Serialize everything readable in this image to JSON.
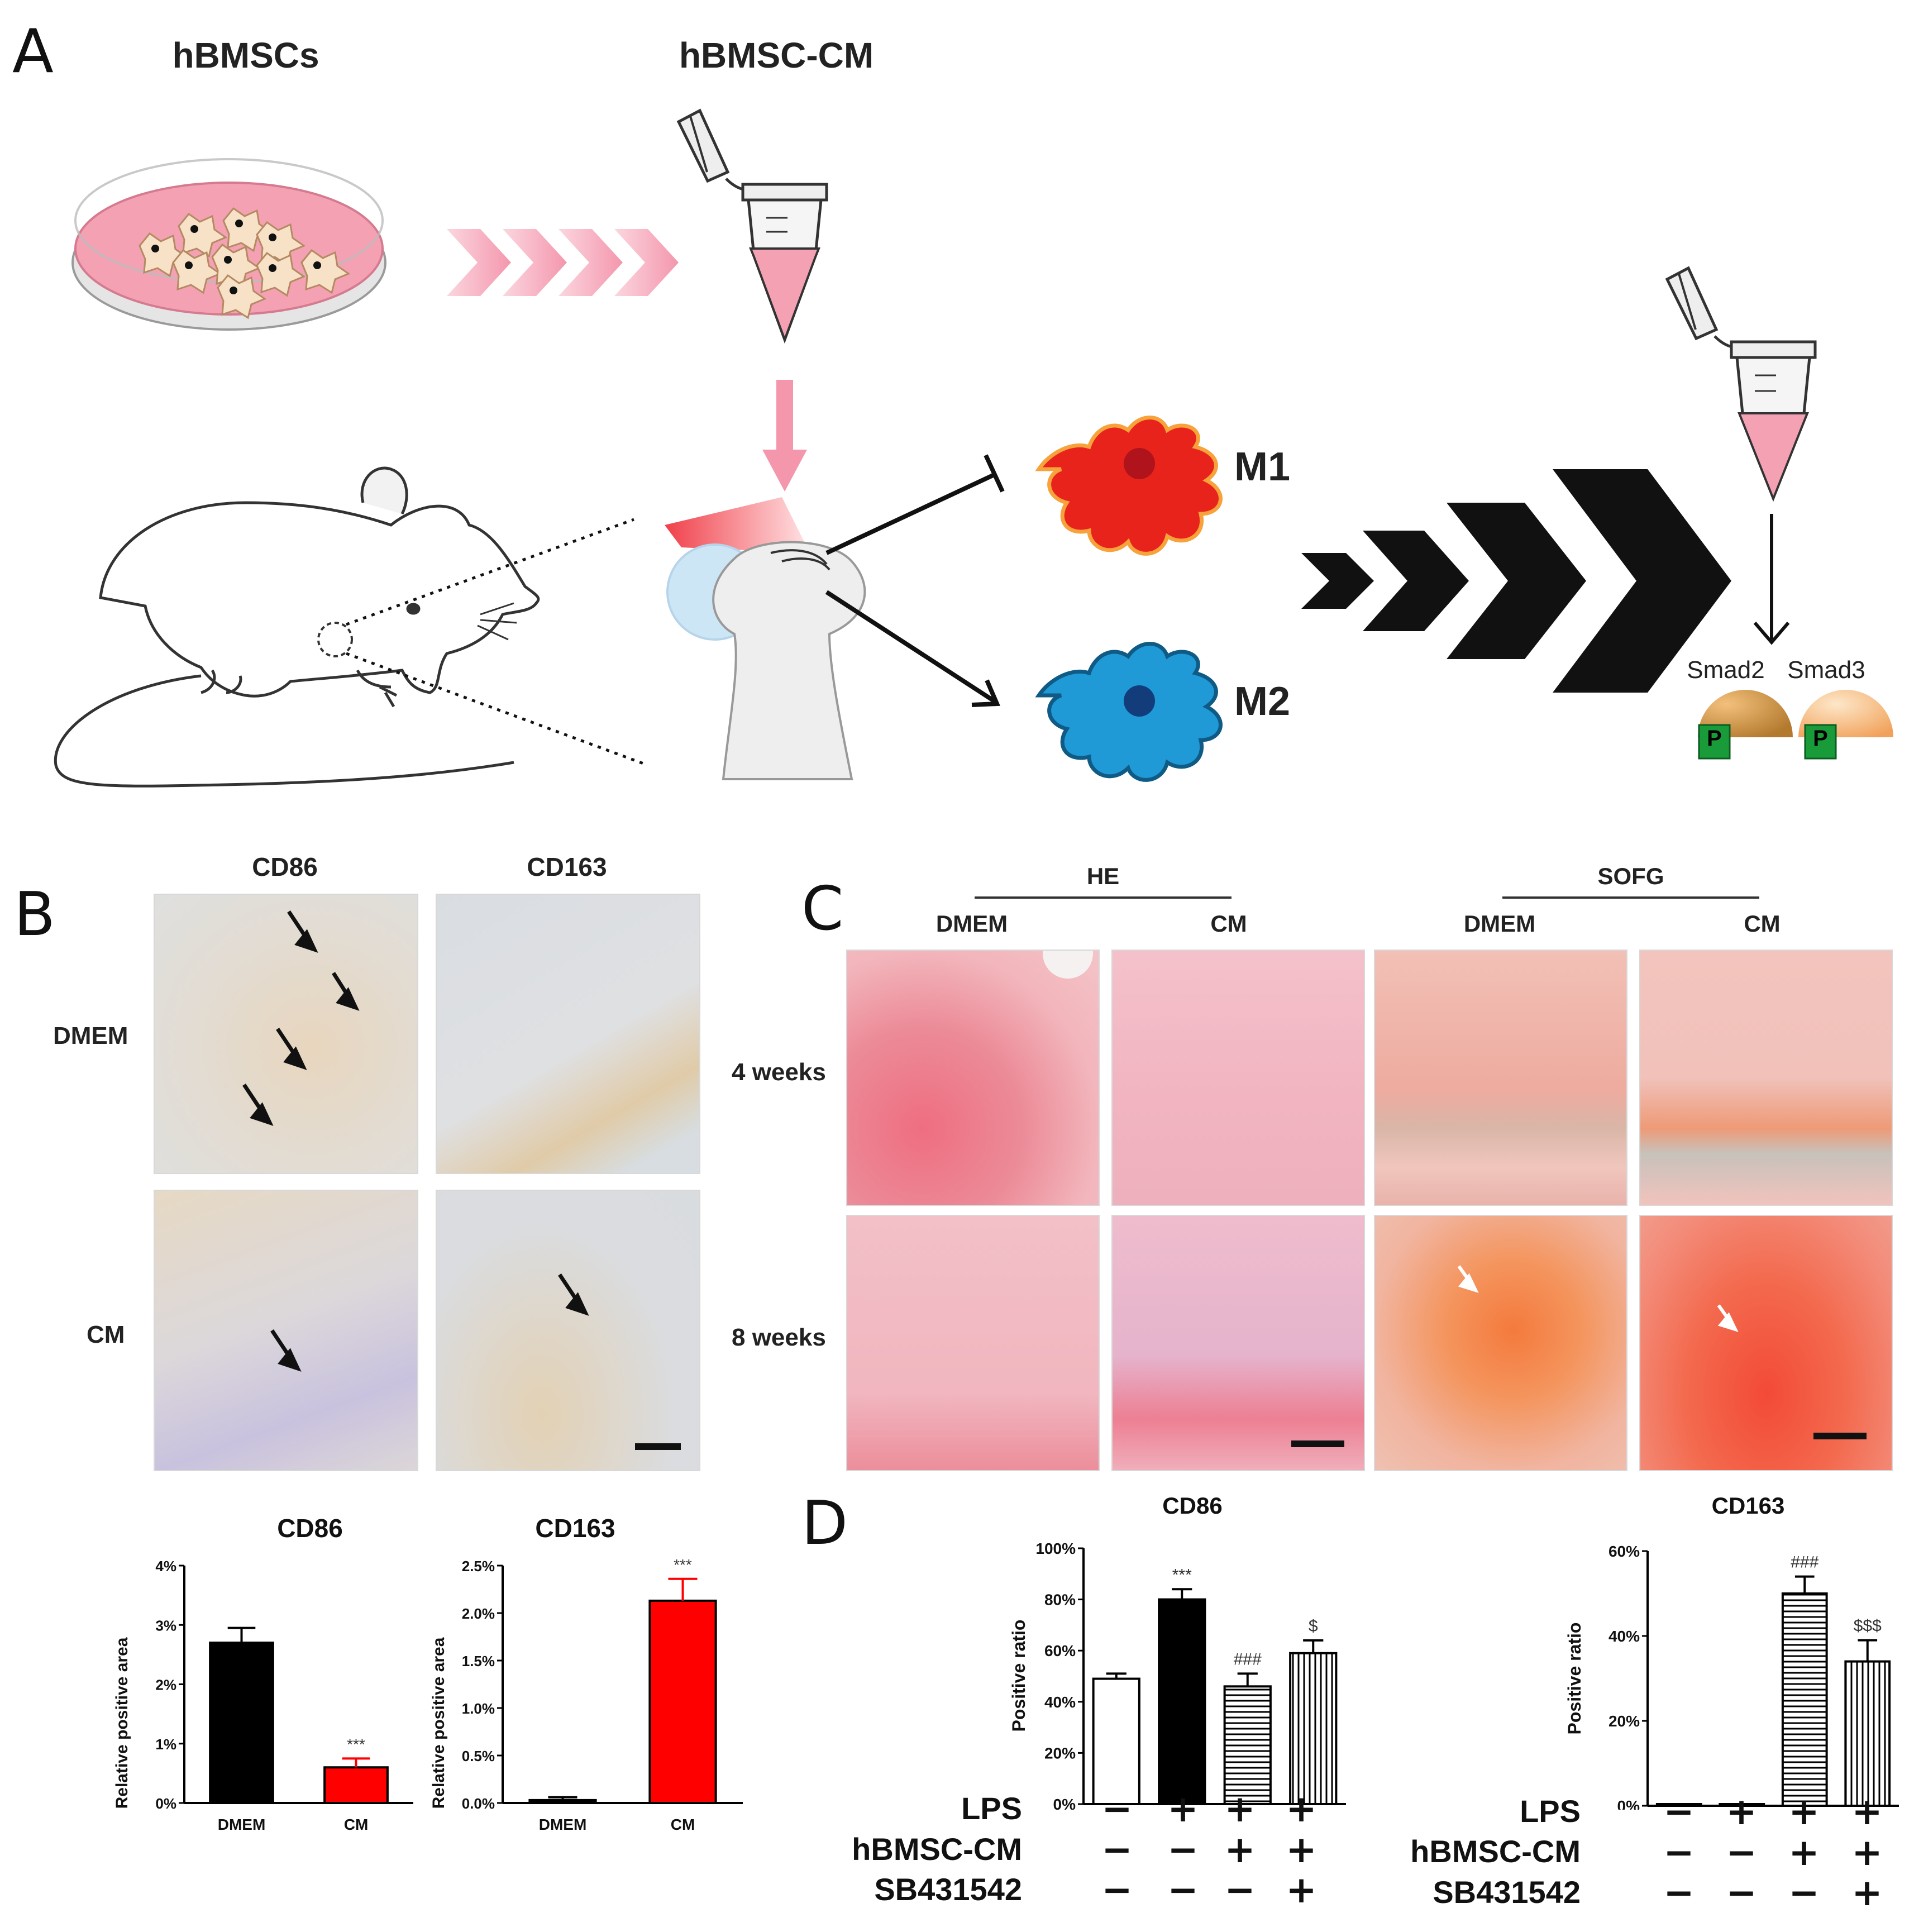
{
  "panel_letters": {
    "a": "A",
    "b": "B",
    "c": "C",
    "d": "D"
  },
  "panelA": {
    "cells_label": "hBMSCs",
    "cm_label": "hBMSC-CM",
    "m1_label": "M1",
    "m2_label": "M2",
    "smad2_label": "Smad2",
    "smad3_label": "Smad3",
    "p_label_1": "P",
    "p_label_2": "P",
    "colors": {
      "pink": "#f4a1b3",
      "m1": "#e8231b",
      "m2": "#1f9ad6",
      "smad": "#e8a557",
      "p_box": "#1a9b3a"
    }
  },
  "panelB": {
    "col_headers": [
      "CD86",
      "CD163"
    ],
    "row_labels": [
      "DMEM",
      "CM"
    ]
  },
  "panelC": {
    "group_headers": [
      "HE",
      "SOFG"
    ],
    "col_headers": [
      "DMEM",
      "CM",
      "DMEM",
      "CM"
    ],
    "row_labels": [
      "4 weeks",
      "8 weeks"
    ]
  },
  "panelD": {
    "treatment_rows": [
      "LPS",
      "hBMSC-CM",
      "SB431542"
    ],
    "cd86_signs": [
      [
        "−",
        "+",
        "+",
        "+"
      ],
      [
        "−",
        "−",
        "+",
        "+"
      ],
      [
        "−",
        "−",
        "−",
        "+"
      ]
    ],
    "cd163_signs": [
      [
        "−",
        "+",
        "+",
        "+"
      ],
      [
        "−",
        "−",
        "+",
        "+"
      ],
      [
        "−",
        "−",
        "−",
        "+"
      ]
    ]
  },
  "chart_data": [
    {
      "id": "B-CD86",
      "type": "bar",
      "title": "CD86",
      "ylabel": "Relative positive area",
      "categories": [
        "DMEM",
        "CM"
      ],
      "values": [
        2.7,
        0.6
      ],
      "errors": [
        0.25,
        0.15
      ],
      "colors": [
        "#000000",
        "#ff0000"
      ],
      "annotations": [
        "",
        "***"
      ],
      "ylim": [
        0,
        4
      ],
      "yticks": [
        "0%",
        "1%",
        "2%",
        "3%",
        "4%"
      ],
      "ytick_values": [
        0,
        1,
        2,
        3,
        4
      ]
    },
    {
      "id": "B-CD163",
      "type": "bar",
      "title": "CD163",
      "ylabel": "Relative positive area",
      "categories": [
        "DMEM",
        "CM"
      ],
      "values": [
        0.03,
        2.13
      ],
      "errors": [
        0.03,
        0.23
      ],
      "colors": [
        "#000000",
        "#ff0000"
      ],
      "annotations": [
        "",
        "***"
      ],
      "ylim": [
        0,
        2.5
      ],
      "yticks": [
        "0.0%",
        "0.5%",
        "1.0%",
        "1.5%",
        "2.0%",
        "2.5%"
      ],
      "ytick_values": [
        0,
        0.5,
        1,
        1.5,
        2,
        2.5
      ]
    },
    {
      "id": "D-CD86",
      "type": "bar",
      "title": "CD86",
      "ylabel": "Positive ratio",
      "categories": [
        "1",
        "2",
        "3",
        "4"
      ],
      "values": [
        49,
        80,
        46,
        59
      ],
      "errors": [
        2,
        4,
        5,
        5
      ],
      "patterns": [
        "white",
        "black",
        "hlines",
        "vlines"
      ],
      "annotations": [
        "",
        "***",
        "###",
        "$"
      ],
      "ylim": [
        0,
        100
      ],
      "yticks": [
        "0%",
        "20%",
        "40%",
        "60%",
        "80%",
        "100%"
      ],
      "ytick_values": [
        0,
        20,
        40,
        60,
        80,
        100
      ]
    },
    {
      "id": "D-CD163",
      "type": "bar",
      "title": "CD163",
      "ylabel": "Positive ratio",
      "categories": [
        "1",
        "2",
        "3",
        "4"
      ],
      "values": [
        0.3,
        0.3,
        50,
        34
      ],
      "errors": [
        0,
        0,
        4,
        5
      ],
      "patterns": [
        "white",
        "white",
        "hlines",
        "vlines"
      ],
      "annotations": [
        "",
        "",
        "###",
        "$$$"
      ],
      "ylim": [
        0,
        60
      ],
      "yticks": [
        "0%",
        "20%",
        "40%",
        "60%"
      ],
      "ytick_values": [
        0,
        20,
        40,
        60
      ]
    }
  ]
}
